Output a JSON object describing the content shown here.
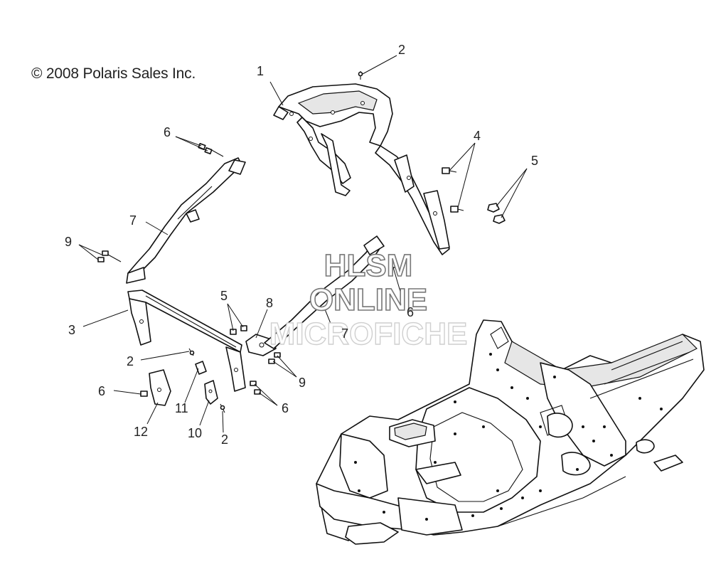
{
  "copyright": "© 2008 Polaris Sales Inc.",
  "watermark": [
    "HLSM",
    "ONLINE",
    "MICROFICHE"
  ],
  "callouts": [
    "1",
    "2",
    "6",
    "4",
    "5",
    "7",
    "9",
    "3",
    "5",
    "8",
    "6",
    "7",
    "2",
    "6",
    "11",
    "9",
    "12",
    "10",
    "6",
    "2"
  ]
}
